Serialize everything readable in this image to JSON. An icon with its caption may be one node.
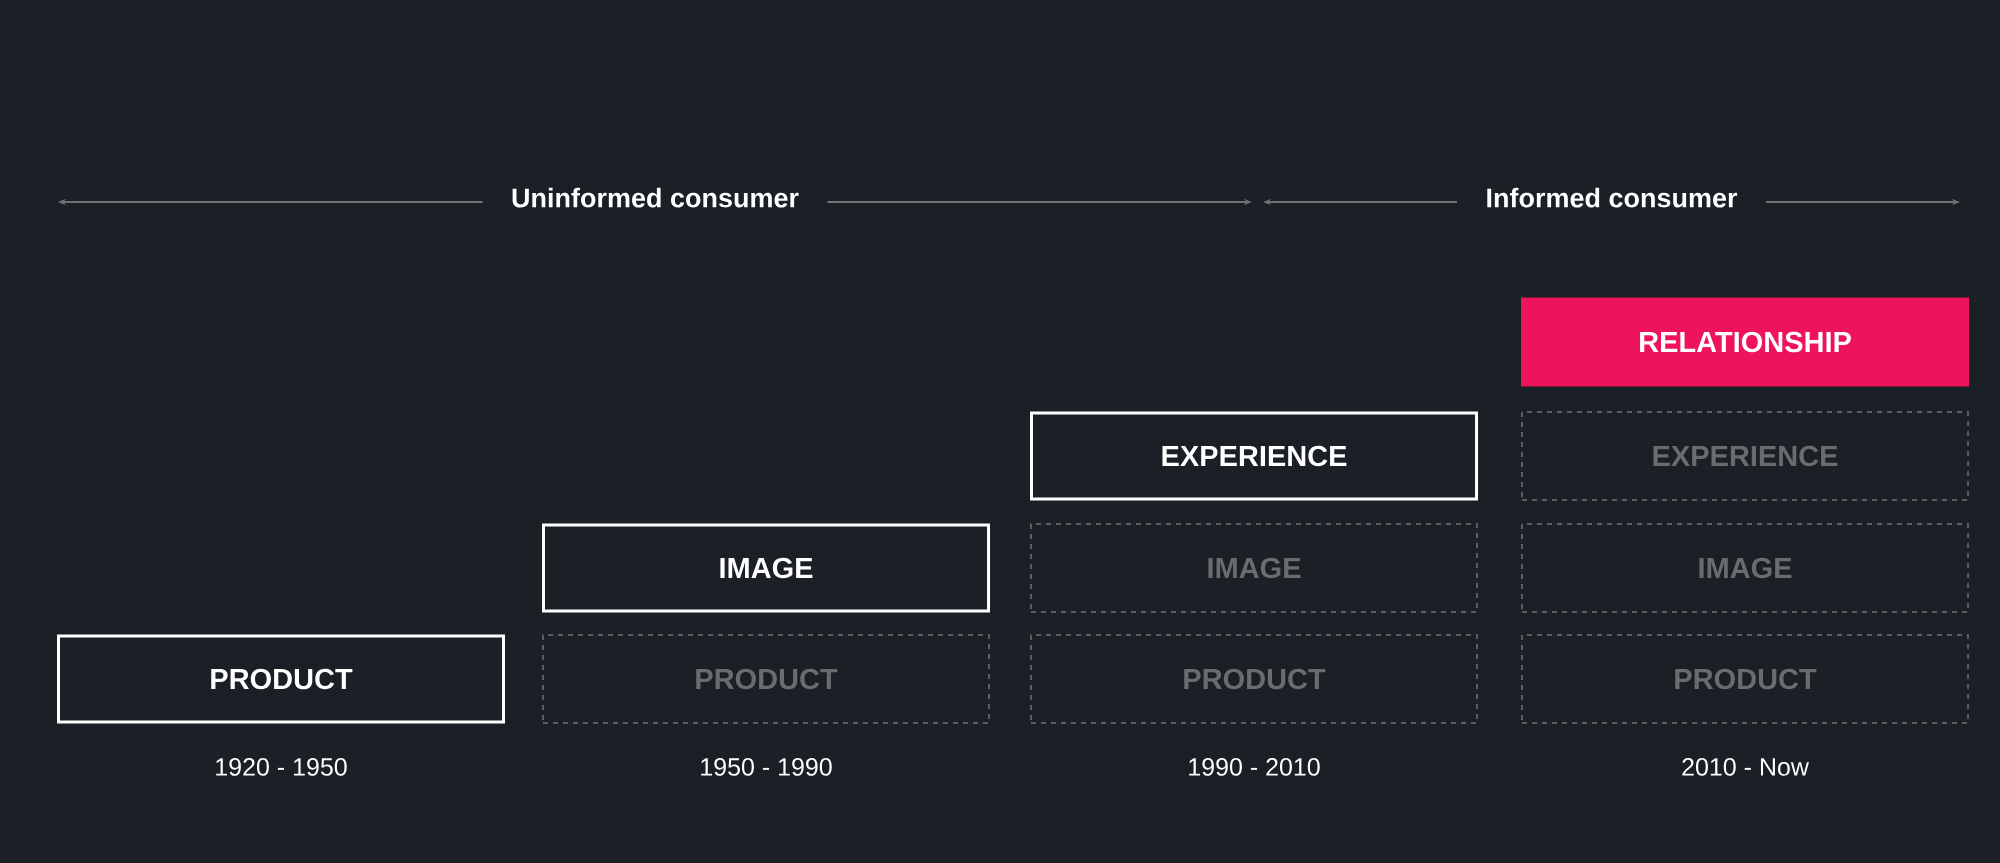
{
  "diagram": {
    "nodes": [
      {
        "text": [
          "RELATIONSHIP"
        ]
      },
      {
        "text": [
          "EXPERIENCE"
        ]
      },
      {
        "text": [
          "EXPERIENCE"
        ]
      },
      {
        "text": [
          "IMAGE"
        ]
      },
      {
        "text": [
          "IMAGE"
        ]
      },
      {
        "text": [
          "IMAGE"
        ]
      },
      {
        "text": [
          "PRODUCT"
        ],
        "beside": [
          "1920 - 1950"
        ]
      },
      {
        "text": [
          "PRODUCT"
        ],
        "beside": [
          "1950 - 1990"
        ]
      },
      {
        "text": [
          "PRODUCT"
        ],
        "beside": [
          "1990 - 2010"
        ]
      },
      {
        "text": [
          "PRODUCT"
        ],
        "beside": [
          "2010 - Now"
        ]
      }
    ],
    "labels": [
      "Uninformed consumer",
      "Informed consumer"
    ]
  }
}
